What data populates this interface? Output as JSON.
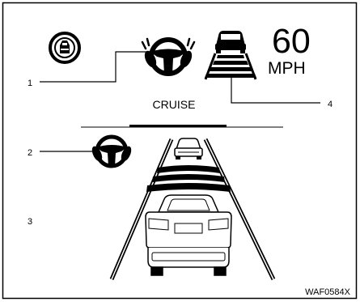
{
  "speed": {
    "value": "60",
    "unit": "MPH"
  },
  "mode_label": "CRUISE",
  "callouts": [
    "1",
    "2",
    "3",
    "4"
  ],
  "figure_code": "WAF0584X",
  "icons": {
    "vehicle_ahead_indicator": "car-in-circle-icon",
    "steering_assist": "hands-on-steering-wheel-icon",
    "distance_setting": "car-with-distance-bars-icon",
    "steering_assist_display": "hands-on-steering-wheel-icon",
    "lane_view": "road-lanes-with-vehicles-icon"
  },
  "colors": {
    "line": "#000000",
    "background": "#ffffff"
  }
}
